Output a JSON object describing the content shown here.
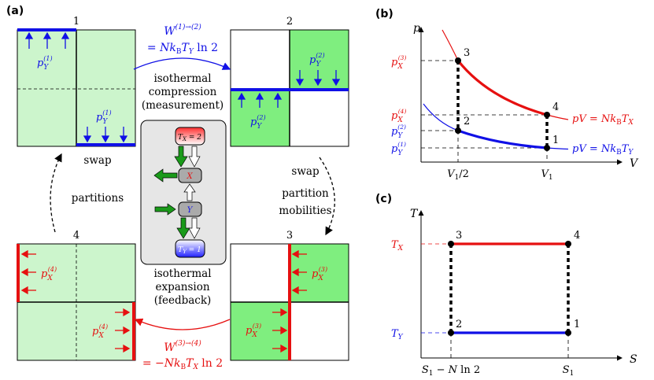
{
  "panels": {
    "a": "(a)",
    "b": "(b)",
    "c": "(c)"
  },
  "colors": {
    "blue": "#1010e6",
    "red": "#e61010",
    "light_green": "#ccf5cc",
    "green": "#7fee7f",
    "dark_green": "#1a9a1a"
  },
  "boxes": {
    "b1": {
      "num": "1",
      "top_label": "p_Y^(1)",
      "bottom_label": "p_Y^(1)"
    },
    "b2": {
      "num": "2",
      "top_label": "p_Y^(2)",
      "bottom_label": "p_Y^(2)"
    },
    "b3": {
      "num": "3",
      "top_label": "p_X^(3)",
      "bottom_label": "p_X^(3)"
    },
    "b4": {
      "num": "4",
      "top_label": "p_X^(4)",
      "bottom_label": "p_X^(4)"
    }
  },
  "arrows_text": {
    "top_work_1": "W^(1)→(2)",
    "top_work_2": "= Nk_B T_Y ln 2",
    "top_process": [
      "isothermal",
      "compression",
      "(measurement)"
    ],
    "right_process": [
      "swap",
      "partition",
      "mobilities"
    ],
    "left_process": [
      "swap",
      "partitions"
    ],
    "bottom_process": [
      "isothermal",
      "expansion",
      "(feedback)"
    ],
    "bottom_work_1": "W^(3)→(4)",
    "bottom_work_2": "= −Nk_B T_X ln 2"
  },
  "engine": {
    "tx": "T_X = 2",
    "x": "X",
    "y": "Y",
    "ty": "T_Y = 1"
  },
  "chart_data": [
    {
      "type": "line",
      "panel": "(b)",
      "xlabel": "V",
      "ylabel": "p",
      "x_ticks": [
        "V_1/2",
        "V_1"
      ],
      "y_ticks": [
        "p_X^(3)",
        "p_X^(4)",
        "p_Y^(2)",
        "p_Y^(1)"
      ],
      "series": [
        {
          "name": "pV = Nk_B T_X",
          "color": "#e61010"
        },
        {
          "name": "pV = Nk_B T_Y",
          "color": "#1010e6"
        }
      ],
      "points": [
        "3",
        "4",
        "2",
        "1"
      ]
    },
    {
      "type": "line",
      "panel": "(c)",
      "xlabel": "S",
      "ylabel": "T",
      "x_ticks": [
        "S_1 − N ln 2",
        "S_1"
      ],
      "y_ticks": [
        "T_X",
        "T_Y"
      ],
      "points": [
        "3",
        "4",
        "2",
        "1"
      ]
    }
  ]
}
